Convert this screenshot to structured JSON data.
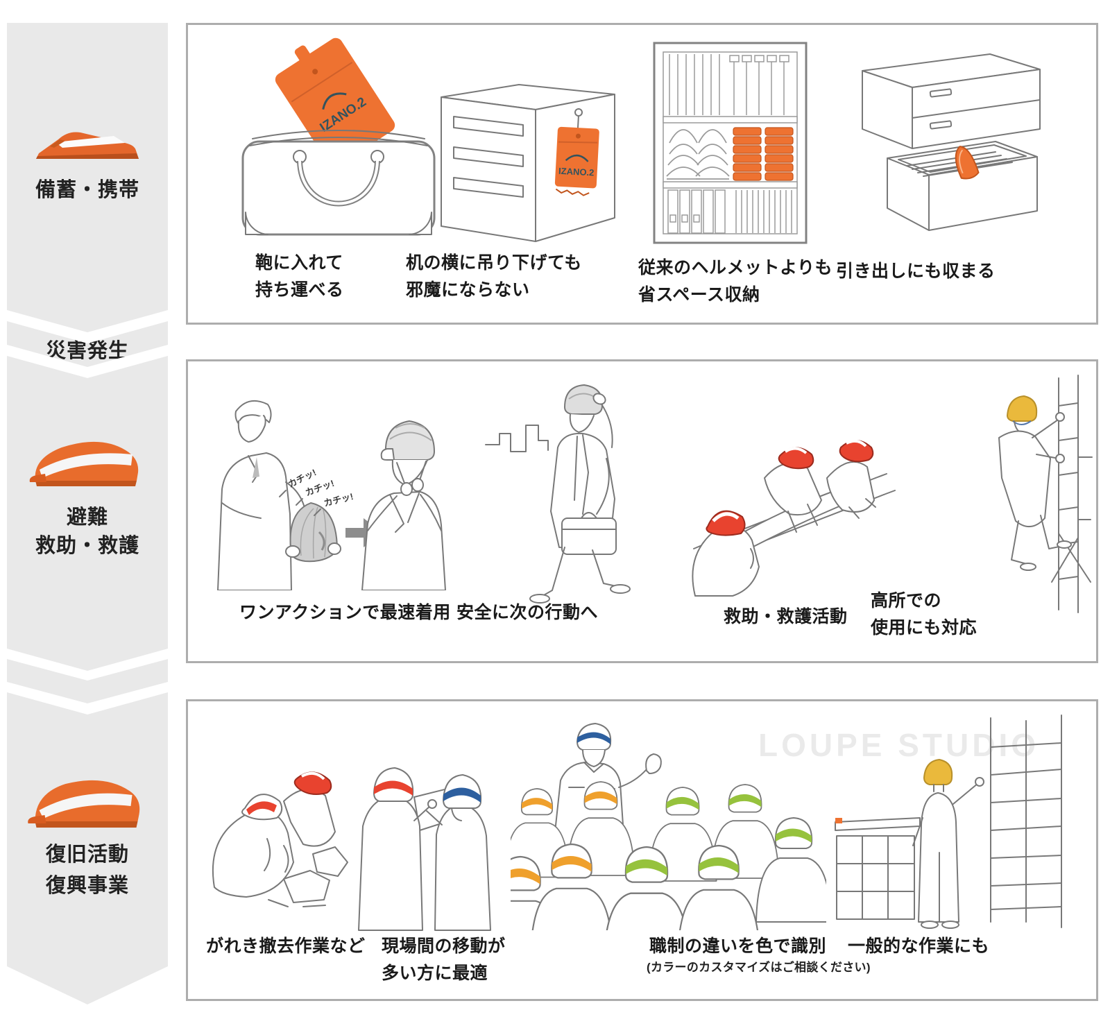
{
  "colors": {
    "sidebar_gray": "#e9e9e9",
    "panel_border": "#adadad",
    "orange": "#ee7231",
    "orange_dark": "#c2551d",
    "helmet_red": "#e8432f",
    "band_blue": "#2d5f9f",
    "band_green": "#96c23d",
    "band_amber": "#efa02c",
    "helmet_yellow": "#eab93c",
    "line_gray": "#787878",
    "text": "#1a1a1a"
  },
  "sidebar": {
    "stage1_label": "備蓄・携帯",
    "event_label": "災害発生",
    "stage2_label1": "避難",
    "stage2_label2": "救助・救護",
    "stage3_label1": "復旧活動",
    "stage3_label2": "復興事業"
  },
  "pouch_label": "IZANO.2",
  "watermark": "LOUPE STUDIO",
  "panels": [
    {
      "name": "stockpile-carry",
      "items": [
        {
          "caption": "鞄に入れて\n持ち運べる"
        },
        {
          "caption": "机の横に吊り下げても\n邪魔にならない"
        },
        {
          "caption": "従来のヘルメットよりも\n省スペース収納"
        },
        {
          "caption": "引き出しにも収まる"
        }
      ]
    },
    {
      "name": "evacuation-rescue",
      "items": [
        {
          "caption": "ワンアクションで最速着用",
          "sfx": "カチッ!"
        },
        {
          "caption": "安全に次の行動へ"
        },
        {
          "caption": "救助・救護活動"
        },
        {
          "caption": "高所での\n使用にも対応"
        }
      ]
    },
    {
      "name": "recovery",
      "items": [
        {
          "caption": "がれき撤去作業など"
        },
        {
          "caption": "現場間の移動が\n多い方に最適"
        },
        {
          "caption": "職制の違いを色で識別",
          "subcaption": "(カラーのカスタマイズはご相談ください)"
        },
        {
          "caption": "一般的な作業にも"
        }
      ]
    }
  ]
}
